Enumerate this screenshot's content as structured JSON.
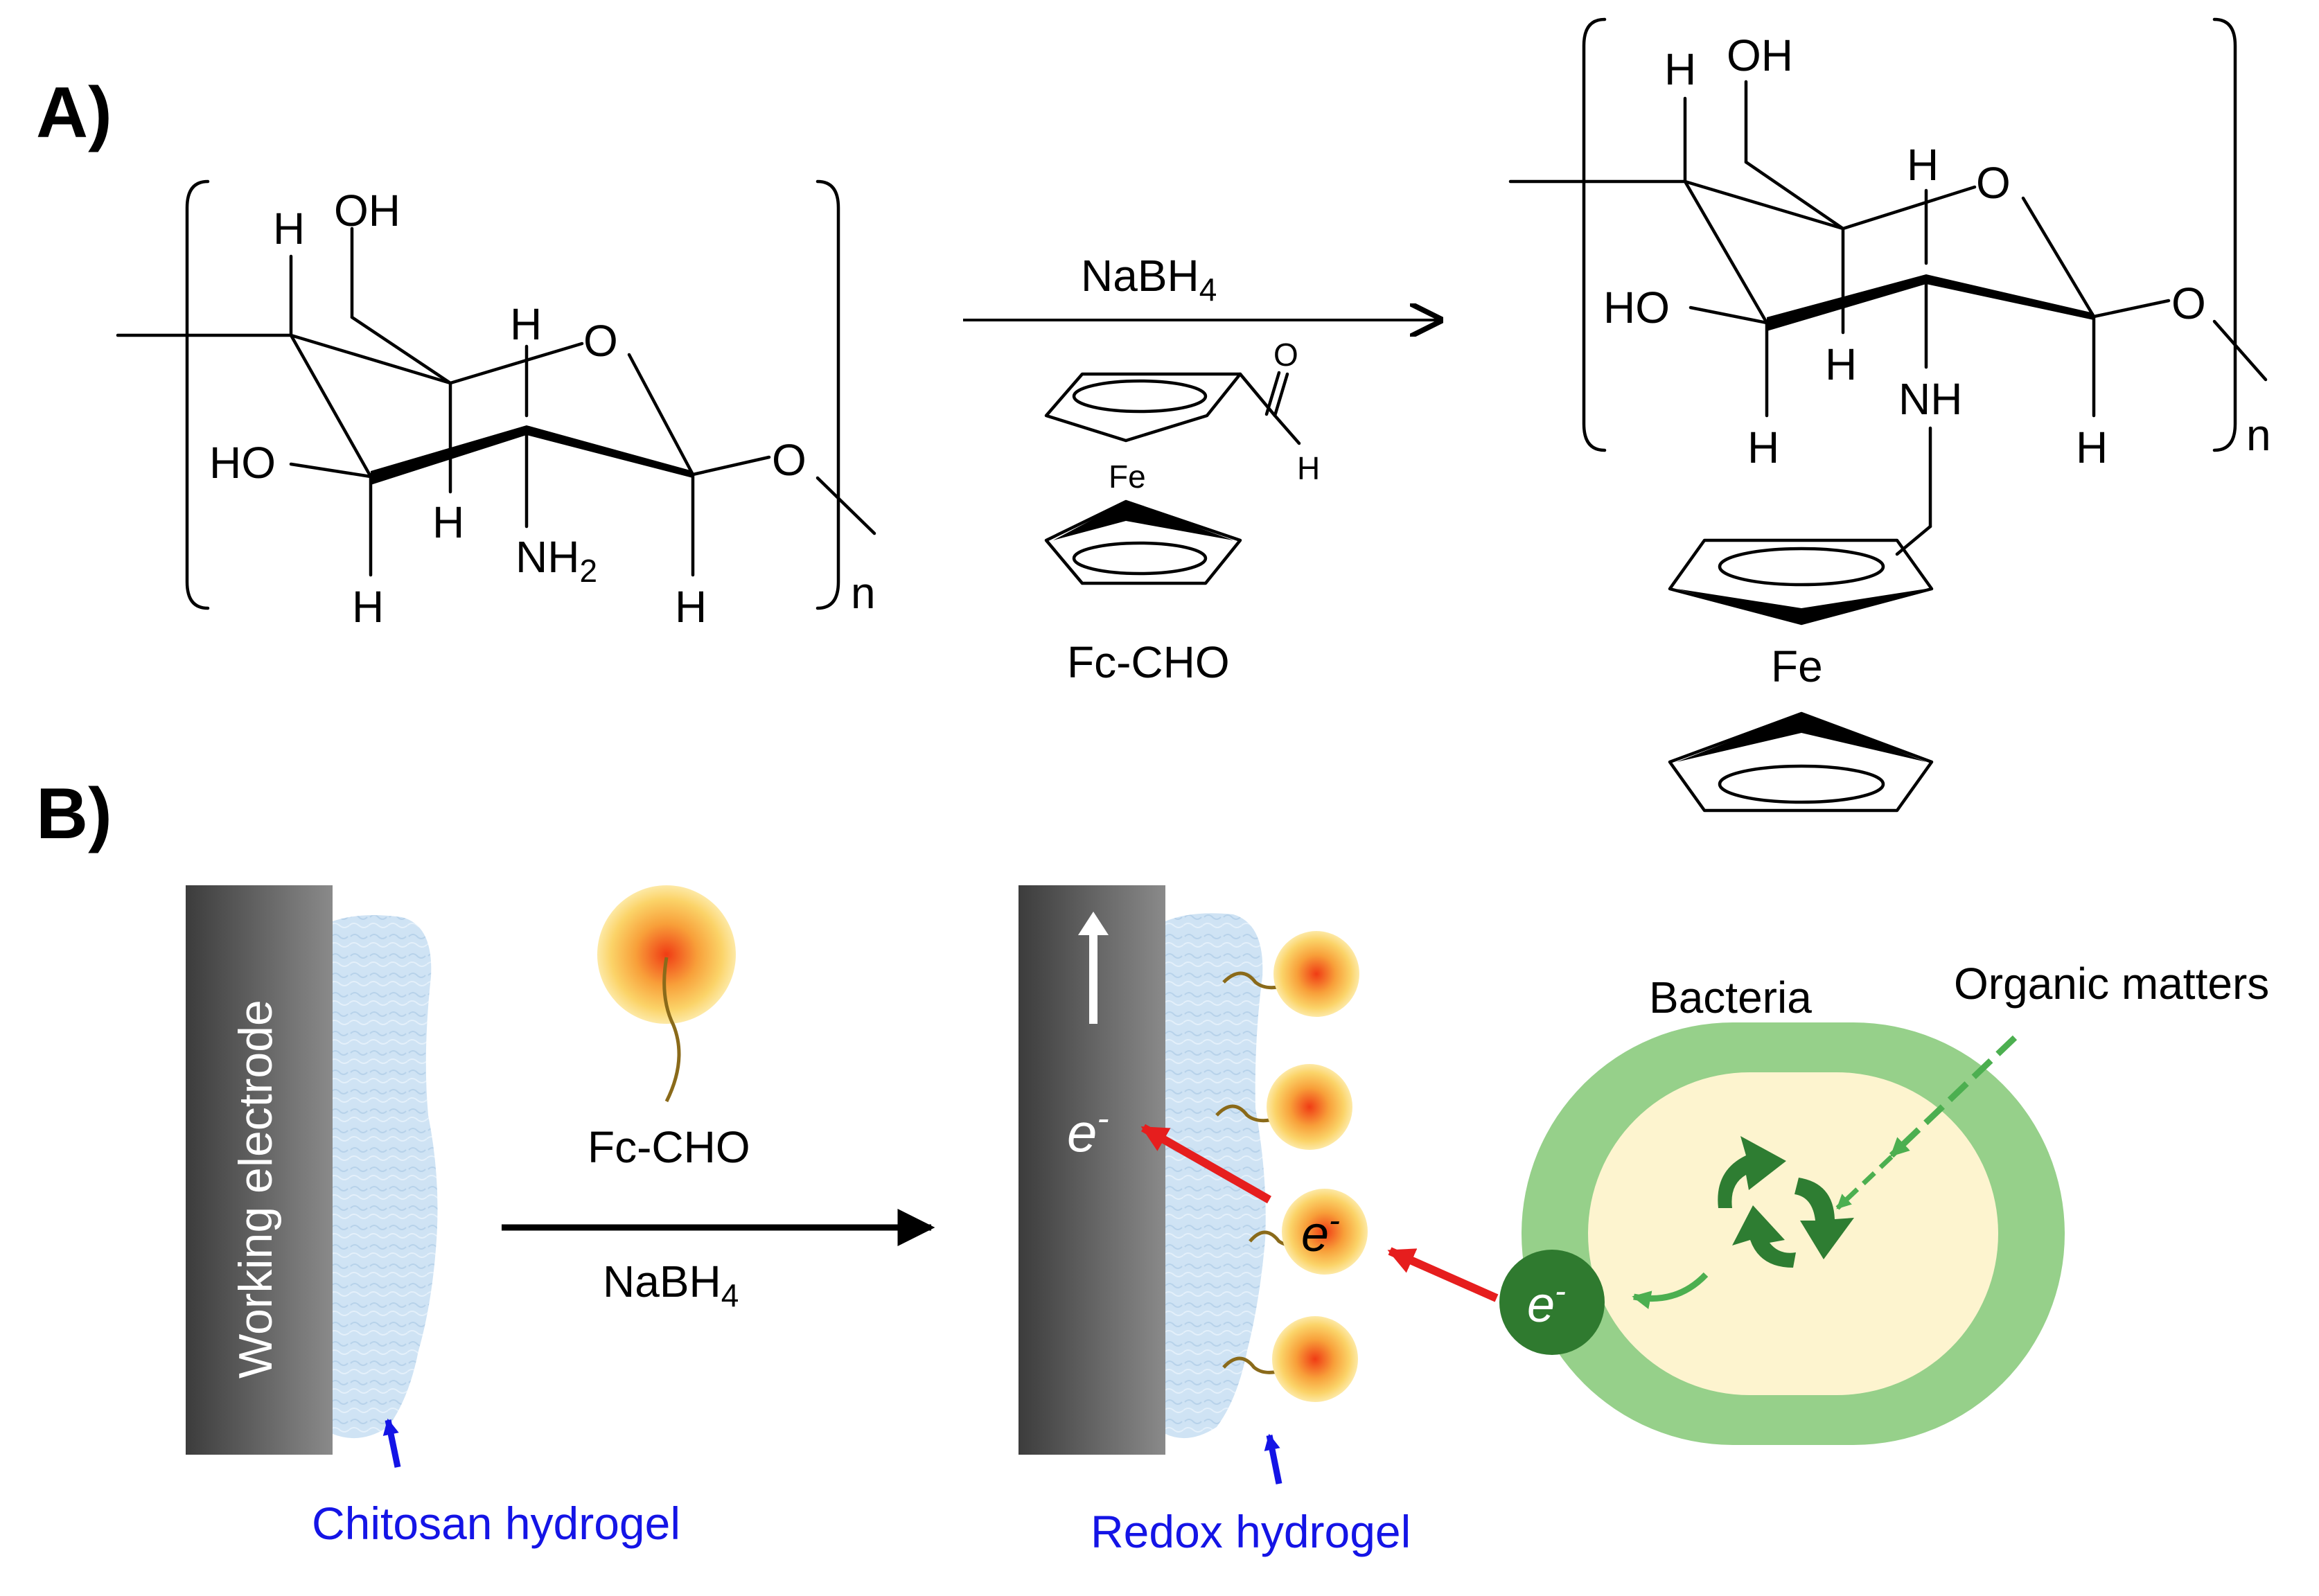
{
  "panels": {
    "a": "A)",
    "b": "B)"
  },
  "scheme_a": {
    "reactant": {
      "labels": {
        "h_top": "H",
        "oh_top": "OH",
        "h_c2": "H",
        "ring_o": "O",
        "ho_left": "HO",
        "h_mid": "H",
        "nh2_main": "NH",
        "nh2_sub": "2",
        "h_bot_left": "H",
        "h_bot_right": "H",
        "o_link": "O",
        "n": "n"
      }
    },
    "reagents": {
      "above_main": "NaBH",
      "above_sub": "4",
      "ald_o": "O",
      "ald_h": "H",
      "fe": "Fe",
      "name": "Fc-CHO"
    },
    "product": {
      "labels": {
        "h_top": "H",
        "oh_top": "OH",
        "h_c2": "H",
        "ring_o": "O",
        "ho_left": "HO",
        "h_mid": "H",
        "nh": "NH",
        "o_link": "O",
        "h_bot_left": "H",
        "h_bot_right": "H",
        "n": "n",
        "fe": "Fe"
      }
    }
  },
  "scheme_b": {
    "electrode_label": "Working electrode",
    "fc_cho": "Fc-CHO",
    "nabh4_main": "NaBH",
    "nabh4_sub": "4",
    "chitosan": "Chitosan hydrogel",
    "redox": "Redox hydrogel",
    "electron_main": "e",
    "electron_sup": "-",
    "bacteria": "Bacteria",
    "organic": "Organic matters"
  },
  "colors": {
    "electrode_dark": "#3c3c3c",
    "electrode_light": "#8a8a8a",
    "hydrogel": "#cfe3f4",
    "label_blue": "#1414e6",
    "red_arrow": "#e61e1e",
    "bacteria_outer": "#96d08a",
    "bacteria_inner": "#fdf4cf",
    "bacteria_cycle": "#2e7d32",
    "electron_green": "#2f7a2f"
  }
}
